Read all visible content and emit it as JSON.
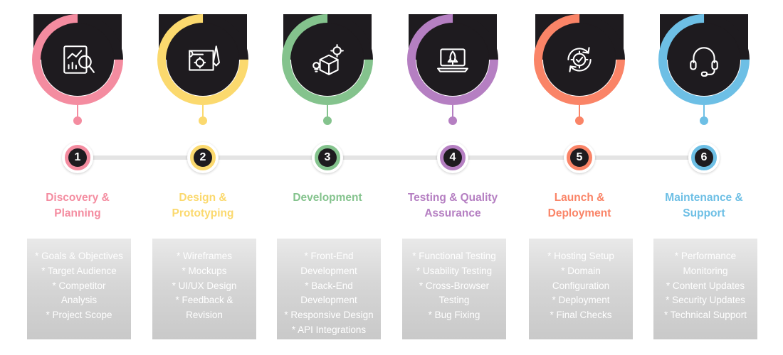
{
  "steps": [
    {
      "number": "1",
      "icon": "analytics-magnifier-icon",
      "color": "#f48ca0",
      "title_lines": [
        "Discovery &",
        "Planning"
      ],
      "detail_lines": [
        "* Goals & Objectives",
        "* Target Audience",
        "* Competitor",
        "Analysis",
        "* Project Scope"
      ]
    },
    {
      "number": "2",
      "icon": "blueprint-design-icon",
      "color": "#fbd96e",
      "title_lines": [
        "Design &",
        "Prototyping"
      ],
      "detail_lines": [
        "* Wireframes",
        "* Mockups",
        "* UI/UX Design",
        "* Feedback &",
        "Revision"
      ]
    },
    {
      "number": "3",
      "icon": "box-gear-bulb-icon",
      "color": "#84c38d",
      "title_lines": [
        "Development"
      ],
      "detail_lines": [
        "* Front-End",
        "Development",
        "* Back-End",
        "Development",
        "* Responsive Design",
        "* API Integrations"
      ]
    },
    {
      "number": "4",
      "icon": "laptop-rocket-icon",
      "color": "#b57fc2",
      "title_lines": [
        "Testing & Quality",
        "Assurance"
      ],
      "detail_lines": [
        "* Functional Testing",
        "* Usability Testing",
        "* Cross-Browser",
        "Testing",
        "* Bug Fixing"
      ]
    },
    {
      "number": "5",
      "icon": "cycle-check-gear-icon",
      "color": "#fa8467",
      "title_lines": [
        "Launch &",
        "Deployment"
      ],
      "detail_lines": [
        "* Hosting Setup",
        "* Domain",
        "Configuration",
        "* Deployment",
        "* Final Checks"
      ]
    },
    {
      "number": "6",
      "icon": "headset-support-icon",
      "color": "#6dbfe5",
      "title_lines": [
        "Maintenance &",
        "Support"
      ],
      "detail_lines": [
        "* Performance",
        "Monitoring",
        "* Content Updates",
        "* Security Updates",
        "* Technical Support"
      ]
    }
  ],
  "connector_color": "#e4e4e4",
  "dark_color": "#1e1b1f"
}
